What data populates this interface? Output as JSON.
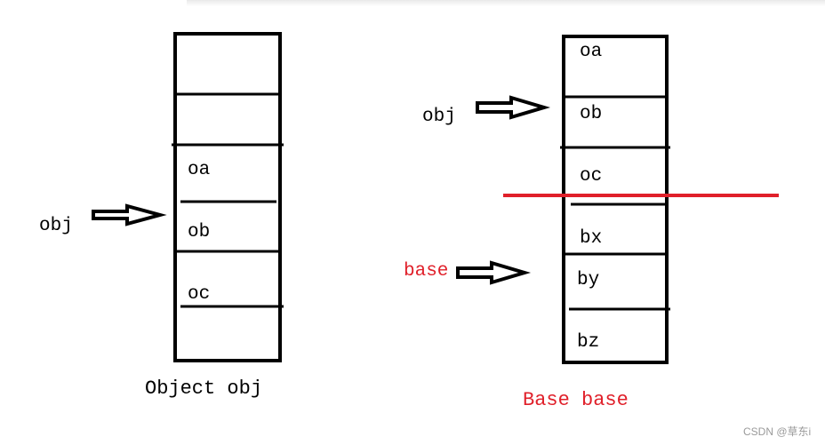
{
  "diagram": {
    "left": {
      "pointer_label": "obj",
      "cells": [
        "oa",
        "ob",
        "oc"
      ],
      "caption": "Object obj"
    },
    "right": {
      "pointer_label": "obj",
      "pointer2_label": "base",
      "cells": [
        "oa",
        "ob",
        "oc",
        "bx",
        "by",
        "bz"
      ],
      "caption": "Base base"
    },
    "colors": {
      "stroke": "#000000",
      "highlight": "#e0202a"
    }
  },
  "watermark": "CSDN @草东i"
}
